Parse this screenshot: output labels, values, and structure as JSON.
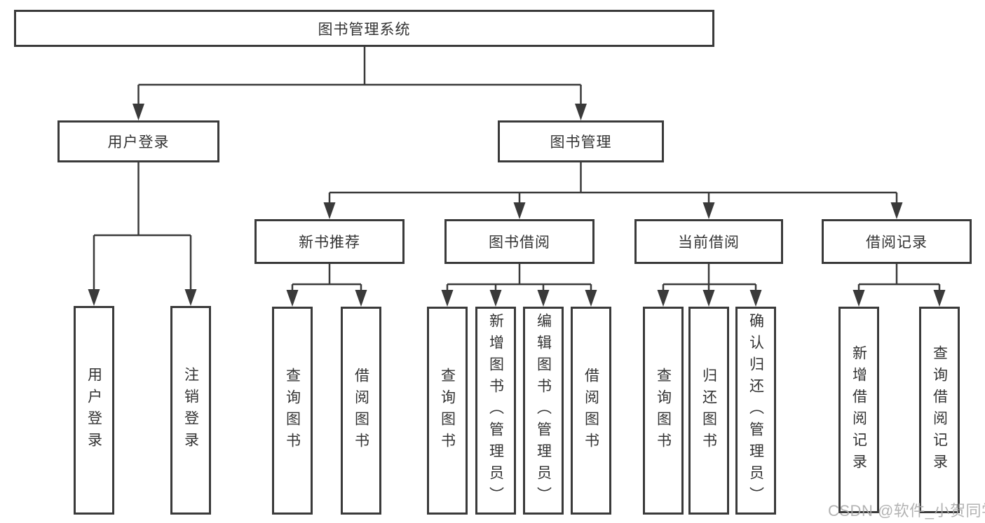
{
  "colors": {
    "line": "#3a3a3a",
    "box_border": "#3a3a3a",
    "box_fill": "#ffffff",
    "label_text": "#333333",
    "watermark_text": "#a9a9a9"
  },
  "watermark": {
    "text": "CSDN @软件_小贺同学"
  },
  "tree": {
    "root": {
      "label": "图书管理系统",
      "children": [
        {
          "label": "用户登录",
          "children": [
            {
              "label": "用户登录"
            },
            {
              "label": "注销登录"
            }
          ]
        },
        {
          "label": "图书管理",
          "children": [
            {
              "label": "新书推荐",
              "children": [
                {
                  "label": "查询图书"
                },
                {
                  "label": "借阅图书"
                }
              ]
            },
            {
              "label": "图书借阅",
              "children": [
                {
                  "label": "查询图书"
                },
                {
                  "label": "新增图书（管理员）"
                },
                {
                  "label": "编辑图书（管理员）"
                },
                {
                  "label": "借阅图书"
                }
              ]
            },
            {
              "label": "当前借阅",
              "children": [
                {
                  "label": "查询图书"
                },
                {
                  "label": "归还图书"
                },
                {
                  "label": "确认归还（管理员）"
                }
              ]
            },
            {
              "label": "借阅记录",
              "children": [
                {
                  "label": "新增借阅记录"
                },
                {
                  "label": "查询借阅记录"
                }
              ]
            }
          ]
        }
      ]
    }
  }
}
